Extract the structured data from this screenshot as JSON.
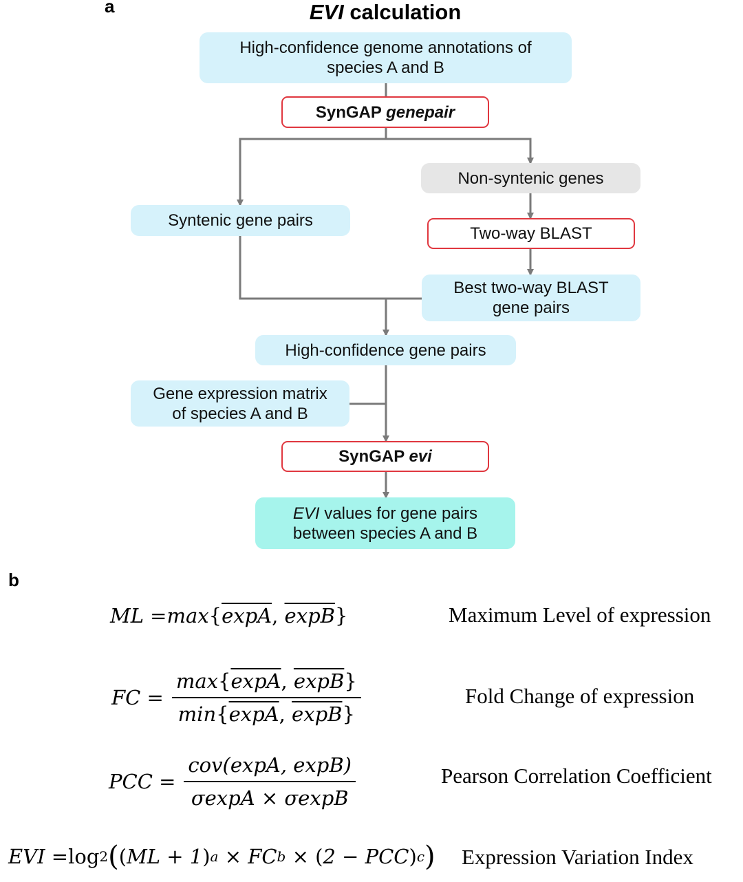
{
  "panel_a": {
    "label": "a",
    "title_italic": "EVI",
    "title_rest": " calculation",
    "nodes": {
      "annotations": {
        "line1": "High-confidence genome annotations of",
        "line2": "species A and B"
      },
      "genepair": {
        "plain": "SynGAP ",
        "italic": "genepair"
      },
      "syntenic": "Syntenic gene pairs",
      "nonsyntenic": "Non-syntenic genes",
      "twoway": "Two-way BLAST",
      "best": {
        "line1": "Best two-way BLAST",
        "line2": "gene pairs"
      },
      "highconf": "High-confidence gene pairs",
      "matrix": {
        "line1": "Gene expression matrix",
        "line2": "of species A and B"
      },
      "evi_tool": {
        "plain": "SynGAP ",
        "italic": "evi"
      },
      "result": {
        "italic": "EVI",
        "line1_rest": " values for gene pairs",
        "line2": "between species A and B"
      }
    }
  },
  "panel_b": {
    "label": "b",
    "formulas": {
      "ml": {
        "lhs": "ML = ",
        "func": "max",
        "a": "expA",
        "b": "expB",
        "description": "Maximum Level of expression"
      },
      "fc": {
        "lhs": "FC = ",
        "num_func": "max",
        "den_func": "min",
        "a": "expA",
        "b": "expB",
        "description": "Fold Change of expression"
      },
      "pcc": {
        "lhs": "PCC = ",
        "num": "cov(expA, expB)",
        "den": "σexpA × σexpB",
        "description": "Pearson Correlation Coefficient"
      },
      "evi": {
        "lhs": "EVI = ",
        "log": "log",
        "log_base": "2",
        "ml": "ML + 1",
        "exp_a": "a",
        "fc": "FC",
        "exp_b": "b",
        "pcc": "2 − PCC",
        "exp_c": "c",
        "description": "Expression Variation Index"
      }
    }
  },
  "colors": {
    "light_blue": "#d6f2fb",
    "grey": "#e6e6e6",
    "teal": "#a6f4ec",
    "red_border": "#e0373f",
    "connector": "#7a7a7a"
  }
}
